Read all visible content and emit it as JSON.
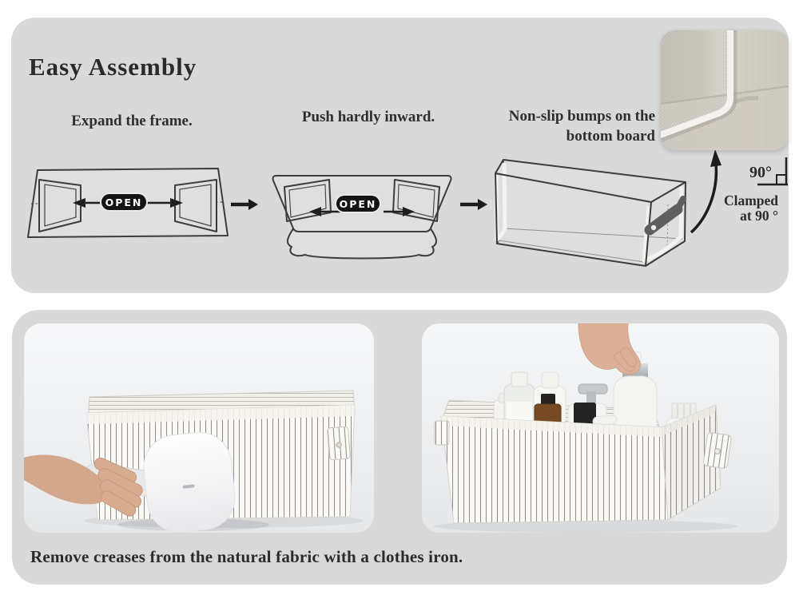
{
  "colors": {
    "page_bg": "#ffffff",
    "panel_bg": "#d9d9d9",
    "text": "#2d2d2d",
    "badge_bg": "#141414",
    "badge_text": "#ffffff",
    "line_art": "#3b3b3b",
    "metal_frame_white": "#f3f2ee",
    "handle_strap": "#5f5f5f"
  },
  "assembly": {
    "title": "Easy Assembly",
    "steps": [
      {
        "label": "Expand the frame.",
        "badge": "OPEN"
      },
      {
        "label": "Push hardly inward.",
        "badge": "OPEN"
      },
      {
        "label_line1": "Non-slip bumps on the",
        "label_line2": "bottom board"
      }
    ],
    "angle": {
      "label": "90°",
      "clamped_line1": "Clamped",
      "clamped_line2": "at 90 °"
    }
  },
  "care": {
    "caption": "Remove creases from the natural fabric with a clothes iron."
  }
}
